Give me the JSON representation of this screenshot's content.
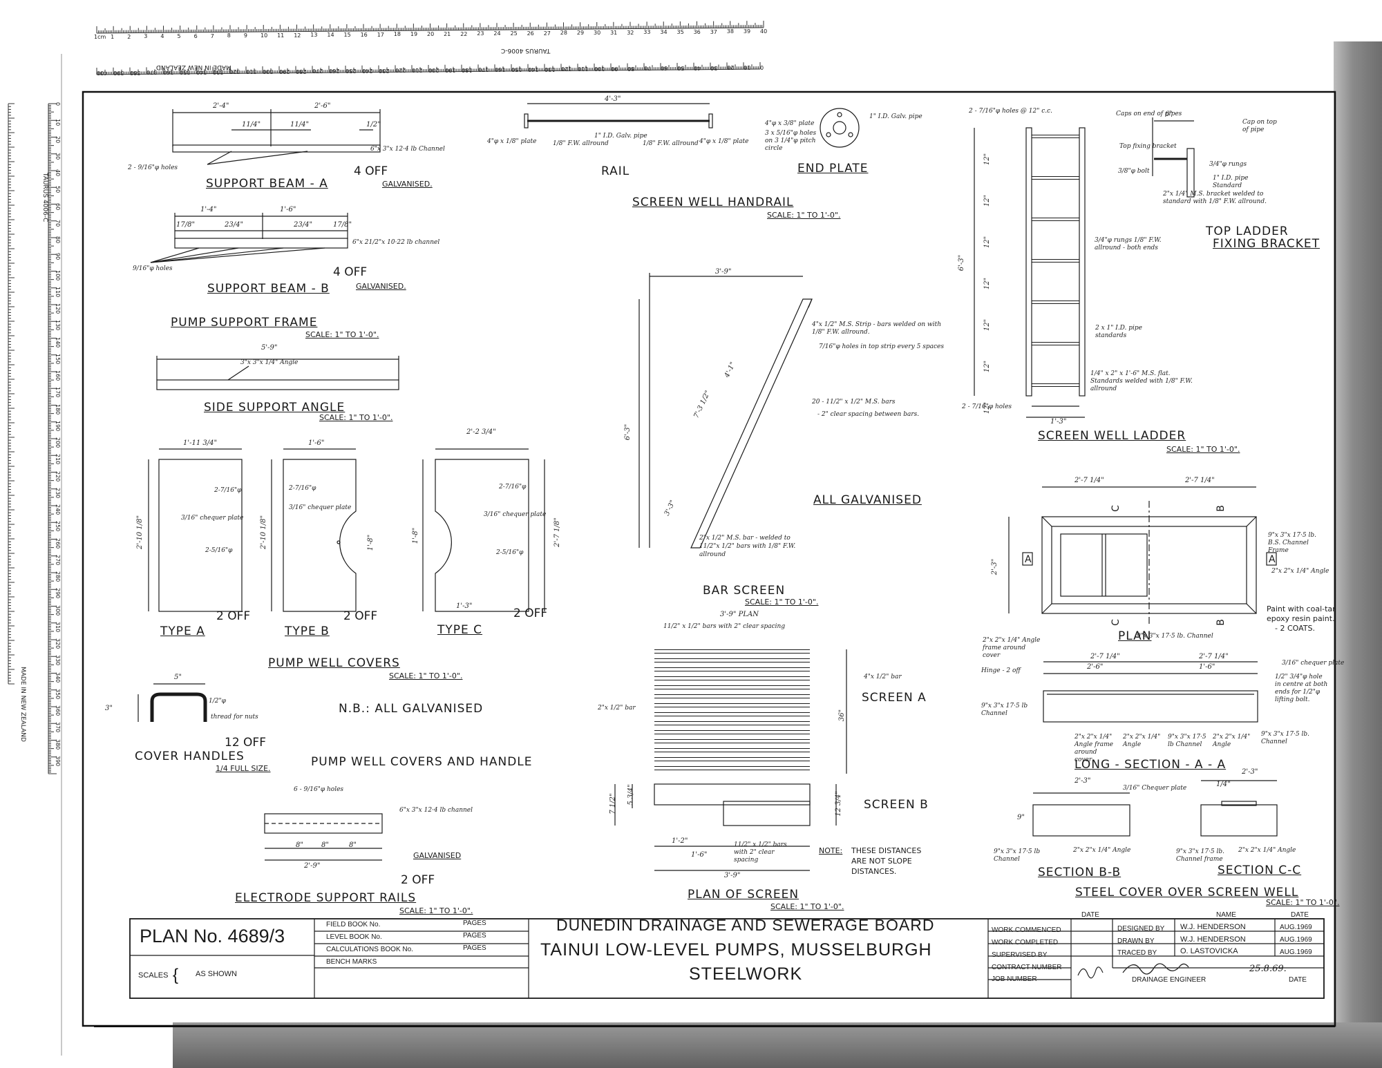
{
  "drawings": {
    "support_beam_a": {
      "title": "SUPPORT BEAM - A",
      "qty": "4 OFF",
      "finish": "GALVANISED.",
      "dims": [
        "2'-4\"",
        "2'-6\"",
        "11/4\"",
        "11/4\"",
        "1/2\""
      ],
      "notes": [
        "6\"x 3\"x 12·4 lb Channel",
        "2 - 9/16\"φ holes"
      ]
    },
    "support_beam_b": {
      "title": "SUPPORT BEAM - B",
      "qty": "4 OFF",
      "finish": "GALVANISED.",
      "dims": [
        "1'-4\"",
        "1'-6\"",
        "17/8\"",
        "23/4\"",
        "23/4\"",
        "17/8\""
      ],
      "notes": [
        "6\"x 21/2\"x 10·22 lb channel",
        "9/16\"φ holes"
      ]
    },
    "pump_support_frame": {
      "title": "PUMP SUPPORT FRAME",
      "scale": "SCALE: 1\" TO 1'-0\"."
    },
    "side_support_angle": {
      "title": "SIDE SUPPORT ANGLE",
      "scale": "SCALE: 1\" TO 1'-0\".",
      "dims": [
        "5'-9\""
      ],
      "notes": [
        "3\"x 3\"x 1/4\" Angle"
      ]
    },
    "type_a": {
      "title": "TYPE A",
      "qty": "2 OFF",
      "dims": [
        "1'-11 3/4\"",
        "2'-10 1/8\""
      ],
      "notes": [
        "3/16\" chequer plate",
        "2-7/16\"φ",
        "2-5/16\"φ"
      ]
    },
    "type_b": {
      "title": "TYPE B",
      "qty": "2 OFF",
      "dims": [
        "1'-6\"",
        "2'-10 1/8\"",
        "1'-8\""
      ],
      "notes": [
        "3/16\" chequer plate",
        "2-7/16\"φ"
      ]
    },
    "type_c": {
      "title": "TYPE C",
      "qty": "2 OFF",
      "dims": [
        "2'-2 3/4\"",
        "1'-8\"",
        "2'-7 1/8\"",
        "1'-3\""
      ],
      "notes": [
        "3/16\" chequer plate",
        "2-7/16\"φ",
        "2-5/16\"φ"
      ]
    },
    "pump_well_covers": {
      "title": "PUMP WELL COVERS",
      "scale": "SCALE: 1\" TO 1'-0\"."
    },
    "nb": {
      "text": "N.B.: ALL GALVANISED"
    },
    "cover_handles": {
      "title": "COVER HANDLES",
      "qty": "12 OFF",
      "scale": "1/4 FULL SIZE.",
      "dims": [
        "5\"",
        "3\""
      ],
      "notes": [
        "1/2\"φ",
        "thread for nuts"
      ]
    },
    "pump_well_covers_and_handle": {
      "title": "PUMP WELL COVERS AND HANDLE"
    },
    "electrode_support_rails": {
      "title": "ELECTRODE SUPPORT RAILS",
      "qty": "2 OFF",
      "finish": "GALVANISED",
      "scale": "SCALE: 1\" TO 1'-0\".",
      "dims": [
        "2'-9\"",
        "8\"",
        "8\"",
        "8\""
      ],
      "notes": [
        "6 - 9/16\"φ holes",
        "6\"x 3\"x 12·4 lb channel"
      ]
    },
    "rail": {
      "title": "RAIL",
      "dims": [
        "4'-3\""
      ],
      "notes": [
        "4\"φ x 1/8\" plate",
        "1\" I.D. Galv. pipe",
        "1/8\" F.W. allround",
        "1/8\" F.W. allround",
        "4\"φ x 1/8\" plate"
      ]
    },
    "end_plate": {
      "title": "END PLATE",
      "notes": [
        "4\"φ x 3/8\" plate",
        "3 x 5/16\"φ holes on 3 1/4\"φ pitch circle",
        "1\" I.D. Galv. pipe"
      ]
    },
    "screen_well_handrail": {
      "title": "SCREEN WELL HANDRAIL",
      "scale": "SCALE: 1\" TO 1'-0\"."
    },
    "bar_screen": {
      "title": "BAR SCREEN",
      "scale": "SCALE: 1\" TO 1'-0\".",
      "dims": [
        "3'-9\"",
        "6'-3\"",
        "4'-1\"",
        "7'-3 1/2\"",
        "3'-3\""
      ],
      "notes": [
        "4\"x 1/2\" M.S. Strip - bars welded on with 1/8\" F.W. allround.",
        "7/16\"φ holes in top strip every 5 spaces",
        "20 - 11/2\" x 1/2\" M.S. bars",
        "- 2\" clear spacing between bars.",
        "2\"x 1/2\" M.S. bar - welded to 11/2\"x 1/2\" bars with 1/8\" F.W. allround"
      ]
    },
    "all_galvanised": {
      "text": "ALL GALVANISED"
    },
    "plan_of_screen": {
      "title": "PLAN OF SCREEN",
      "scale": "SCALE: 1\" TO 1'-0\".",
      "plan": "3'-9\" PLAN",
      "dims": [
        "36\"",
        "7 1/2\"",
        "5 3/4\"",
        "12 3/4\"",
        "1'-2\"",
        "1'-6\"",
        "3'-9\""
      ],
      "notes": [
        "11/2\" x 1/2\" bars with 2\" clear spacing",
        "2\"x 1/2\" bar",
        "4\"x 1/2\" bar",
        "11/2\" x 1/2\" bars with 2\" clear spacing"
      ]
    },
    "screen_a": {
      "title": "SCREEN A"
    },
    "screen_b": {
      "title": "SCREEN B"
    },
    "note": {
      "label": "NOTE:",
      "text": [
        "THESE DISTANCES",
        "ARE NOT SLOPE",
        "DISTANCES."
      ]
    },
    "screen_well_ladder": {
      "title": "SCREEN WELL LADDER",
      "scale": "SCALE: 1\" TO 1'-0\".",
      "dims": [
        "6'-3\"",
        "12\"",
        "12\"",
        "12\"",
        "12\"",
        "12\"",
        "12\"",
        "12\"",
        "1'-3\""
      ],
      "notes": [
        "2 - 7/16\"φ holes @ 12\" c.c.",
        "Caps on end of pipes",
        "Top fixing bracket",
        "3/4\"φ rungs 1/8\" F.W. allround - both ends",
        "2 x 1\" I.D. pipe standards",
        "1/4\" x 2\" x 1'-6\" M.S. flat. Standards welded with 1/8\" F.W. allround",
        "2 - 7/16\"φ holes"
      ]
    },
    "top_ladder": {
      "title1": "TOP LADDER",
      "title2": "FIXING BRACKET",
      "dims": [
        "6\""
      ],
      "notes": [
        "Cap on top of pipe",
        "3/4\"φ rungs",
        "1\" I.D. pipe Standard",
        "3/8\"φ bolt",
        "2\"x 1/4\" M.S. bracket welded to standard with 1/8\" F.W. allround."
      ]
    },
    "steel_cover": {
      "title": "STEEL COVER OVER SCREEN WELL",
      "scale": "SCALE: 1\" TO 1'-0\".",
      "plan": "PLAN",
      "long_section": "LONG - SECTION - A - A",
      "section_b": "SECTION B-B",
      "section_c": "SECTION C-C",
      "paint": [
        "Paint with coal-tar",
        "epoxy resin paint.",
        "- 2 COATS."
      ],
      "dims": [
        "2'-7 1/4\"",
        "2'-7 1/4\"",
        "2'-3\"",
        "2'-7 1/4\"",
        "2'-7 1/4\"",
        "2'-6\"",
        "1'-6\"",
        "2'-3\"",
        "2'-3\"",
        "9\"",
        "1/4\""
      ],
      "marks": [
        "A",
        "A",
        "B",
        "B",
        "C",
        "C"
      ],
      "notes": [
        "9\"x 3\"x 17·5 lb. B.S. Channel Frame",
        "2\"x 2\"x 1/4\" Angle",
        "2\"x 2\"x 1/4\" Angle frame around cover",
        "9\"x 3\"x 17·5 lb. Channel",
        "Hinge - 2 off",
        "3/16\" chequer plate",
        "9\"x 3\"x 17·5 lb Channel",
        "2\"x 2\"x 1/4\" Angle frame around cover",
        "2\"x 2\"x 1/4\" Angle",
        "9\"x 3\"x 17·5 lb Channel",
        "2\"x 2\"x 1/4\" Angle",
        "9\"x 3\"x 17·5 lb. Channel",
        "1/2\" 3/4\"φ hole in centre at both ends for 1/2\"φ lifting bolt.",
        "3/16\" Chequer plate",
        "9\"x 3\"x 17·5 lb Channel",
        "2\"x 2\"x 1/4\" Angle",
        "9\"x 3\"x 17·5 lb. Channel frame",
        "2\"x 2\"x 1/4\" Angle"
      ]
    }
  },
  "title_block": {
    "plan_label": "PLAN No. 4689/3",
    "scales_label": "SCALES",
    "scales_value": "AS SHOWN",
    "books": [
      {
        "label": "FIELD BOOK No.",
        "pages": "PAGES"
      },
      {
        "label": "LEVEL BOOK No.",
        "pages": "PAGES"
      },
      {
        "label": "CALCULATIONS BOOK No.",
        "pages": "PAGES"
      },
      {
        "label": "BENCH MARKS",
        "pages": ""
      }
    ],
    "board": "DUNEDIN DRAINAGE AND SEWERAGE BOARD",
    "project": "TAINUI LOW-LEVEL PUMPS, MUSSELBURGH",
    "subject": "STEELWORK",
    "date_header": "DATE",
    "work": [
      "WORK COMMENCED",
      "WORK COMPLETED",
      "SUPERVISED BY",
      "CONTRACT NUMBER",
      "JOB NUMBER"
    ],
    "name_header": "NAME",
    "date_header2": "DATE",
    "people": [
      {
        "role": "DESIGNED BY",
        "name": "W.J. HENDERSON",
        "date": "AUG.1969"
      },
      {
        "role": "DRAWN BY",
        "name": "W.J. HENDERSON",
        "date": "AUG.1969"
      },
      {
        "role": "TRACED BY",
        "name": "O. LASTOVICKA",
        "date": "AUG.1969"
      }
    ],
    "sign_date": "25.8.69.",
    "engineer": "DRAINAGE ENGINEER",
    "engineer_date": "DATE"
  },
  "ruler": {
    "top_cm": [
      "1cm",
      "1",
      "2",
      "3",
      "4",
      "5",
      "6",
      "7",
      "8",
      "9",
      "10",
      "11",
      "12",
      "13",
      "14",
      "15",
      "16",
      "17",
      "18",
      "19",
      "20",
      "21",
      "22",
      "23",
      "24",
      "25",
      "26",
      "27",
      "28",
      "29",
      "30",
      "31",
      "32",
      "33",
      "34",
      "35",
      "36",
      "37",
      "38",
      "39",
      "40"
    ],
    "top_mm": [
      "400",
      "390",
      "380",
      "370",
      "360",
      "350",
      "340",
      "330",
      "320",
      "310",
      "300",
      "290",
      "280",
      "270",
      "260",
      "250",
      "240",
      "230",
      "220",
      "210",
      "200",
      "190",
      "180",
      "170",
      "160",
      "150",
      "140",
      "130",
      "120",
      "110",
      "100",
      "90",
      "80",
      "70",
      "60",
      "50",
      "40",
      "30",
      "20",
      "10",
      "0"
    ],
    "brand": "MADE IN NEW ZEALAND",
    "maker": "TAURUS 4006-C",
    "left_mm": [
      "0",
      "10",
      "20",
      "30",
      "40",
      "50",
      "60",
      "70",
      "80",
      "90",
      "100",
      "110",
      "120",
      "130",
      "140",
      "150",
      "160",
      "170",
      "180",
      "190",
      "200",
      "210",
      "220",
      "230",
      "240",
      "250",
      "260",
      "270",
      "280",
      "290",
      "300",
      "310",
      "320",
      "330",
      "340",
      "350",
      "360",
      "370",
      "380",
      "390"
    ]
  }
}
